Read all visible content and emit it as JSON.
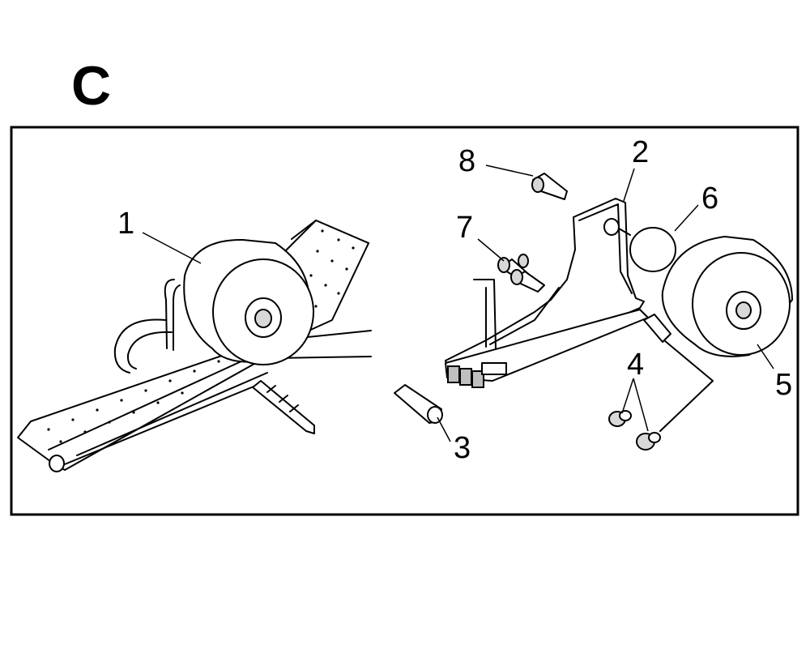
{
  "section": {
    "letter": "C"
  },
  "callouts": [
    {
      "id": "1",
      "label": "1"
    },
    {
      "id": "2",
      "label": "2"
    },
    {
      "id": "3",
      "label": "3"
    },
    {
      "id": "4",
      "label": "4"
    },
    {
      "id": "5",
      "label": "5"
    },
    {
      "id": "6",
      "label": "6"
    },
    {
      "id": "7",
      "label": "7"
    },
    {
      "id": "8",
      "label": "8"
    }
  ]
}
